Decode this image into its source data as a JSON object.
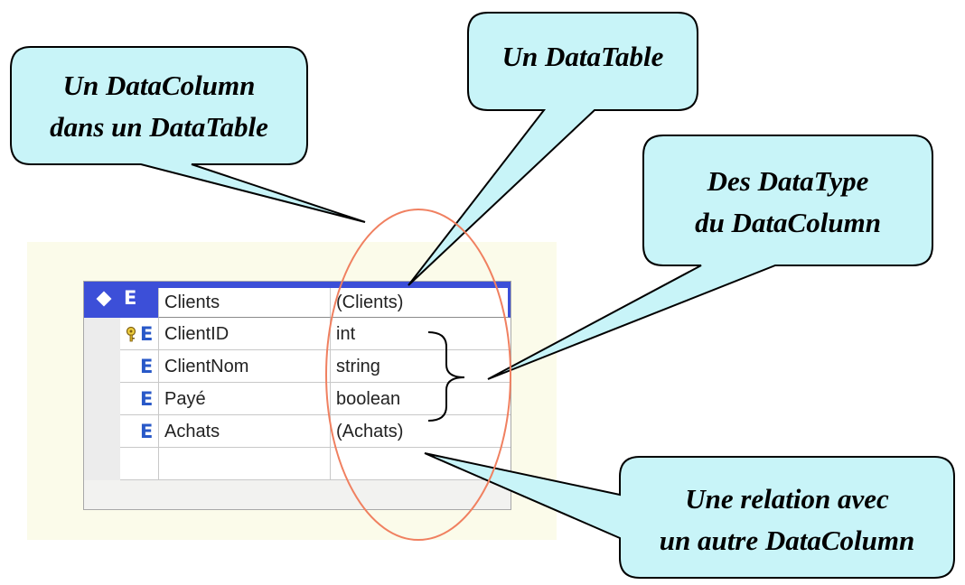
{
  "callouts": {
    "datacolumn": {
      "line1": "Un DataColumn",
      "line2": "dans un DataTable"
    },
    "datatable": {
      "line1": "Un DataTable"
    },
    "datatype": {
      "line1": "Des DataType",
      "line2": "du DataColumn"
    },
    "relation": {
      "line1": "Une relation avec",
      "line2": "un autre DataColumn"
    }
  },
  "table": {
    "header": {
      "name": "Clients",
      "type": "(Clients)",
      "icon": "element-icon"
    },
    "rows": [
      {
        "name": "ClientID",
        "type": "int",
        "icon": "primary-key-icon"
      },
      {
        "name": "ClientNom",
        "type": "string",
        "icon": "element-icon"
      },
      {
        "name": "Payé",
        "type": "boolean",
        "icon": "element-icon"
      },
      {
        "name": "Achats",
        "type": "(Achats)",
        "icon": "element-icon"
      }
    ]
  },
  "colors": {
    "bubble_fill": "#c8f4f8",
    "ellipse_stroke": "#f08060",
    "header_blue": "#3c4fd8",
    "element_icon": "#2858c8",
    "panel_bg": "#fbfbea"
  }
}
